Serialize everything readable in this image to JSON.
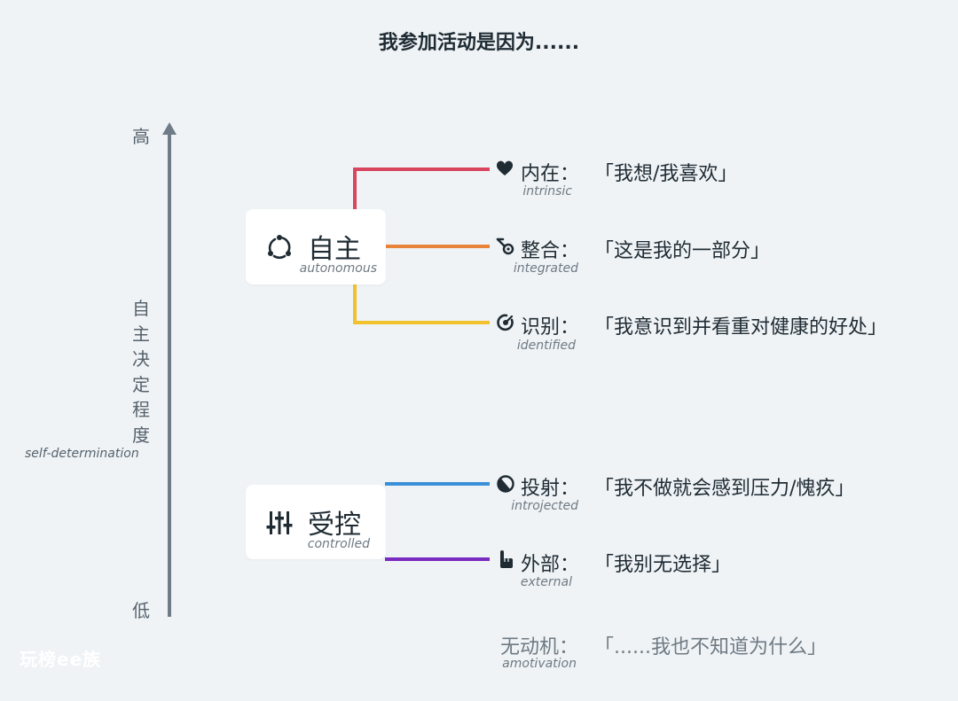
{
  "title": "我参加活动是因为......",
  "axis": {
    "high": "高",
    "low": "低",
    "label_zh": [
      "自",
      "主",
      "决",
      "定",
      "程",
      "度"
    ],
    "label_en": "self-determination"
  },
  "groups": {
    "autonomous": {
      "title": "自主",
      "subtitle": "autonomous",
      "icon": "cycle-icon"
    },
    "controlled": {
      "title": "受控",
      "subtitle": "controlled",
      "icon": "sliders-icon"
    }
  },
  "categories": [
    {
      "id": "intrinsic",
      "label": "内在：",
      "sub": "intrinsic",
      "quote": "「我想/我喜欢」",
      "color": "#d9455f",
      "icon": "heart-icon"
    },
    {
      "id": "integrated",
      "label": "整合：",
      "sub": "integrated",
      "quote": "「这是我的一部分」",
      "color": "#e8833a",
      "icon": "puzzle-icon"
    },
    {
      "id": "identified",
      "label": "识别：",
      "sub": "identified",
      "quote": "「我意识到并看重对健康的好处」",
      "color": "#f2c12e",
      "icon": "target-icon"
    },
    {
      "id": "introjected",
      "label": "投射：",
      "sub": "introjected",
      "quote": "「我不做就会感到压力/愧疚」",
      "color": "#3a8fd9",
      "icon": "half-circle-icon"
    },
    {
      "id": "external",
      "label": "外部：",
      "sub": "external",
      "quote": "「我别无选择」",
      "color": "#7a2bc0",
      "icon": "pointing-hand-icon"
    }
  ],
  "amotivation": {
    "label": "无动机：",
    "sub": "amotivation",
    "quote": "「......我也不知道为什么」"
  },
  "watermark": "玩榜ee族",
  "colors": {
    "axis": "#6f7b86",
    "background": "#eff3f6",
    "text": "#1f2b33",
    "muted": "#6f7a83"
  }
}
